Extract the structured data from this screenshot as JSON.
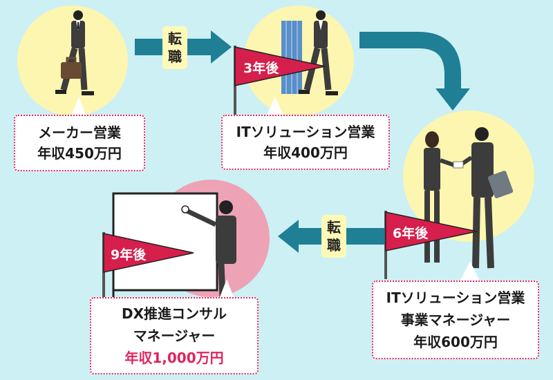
{
  "steps": [
    {
      "line1": "メーカー営業",
      "salary": "年収450万円"
    },
    {
      "line1": "ITソリューション営業",
      "salary": "年収400万円"
    },
    {
      "line1": "ITソリューション営業",
      "line2": "事業マネージャー",
      "salary": "年収600万円"
    },
    {
      "line1": "DX推進コンサル",
      "line2": "マネージャー",
      "salary": "年収1,000万円"
    }
  ],
  "flags": [
    "3年後",
    "6年後",
    "9年後"
  ],
  "job_change": {
    "char1": "転",
    "char2": "職"
  },
  "colors": {
    "background": "#cdf0f4",
    "arrow": "#1f7f95",
    "circle_yellow": "#fdf6b0",
    "circle_pink": "#eea2b6",
    "accent": "#e0245e",
    "flag": "#d61f4c"
  }
}
